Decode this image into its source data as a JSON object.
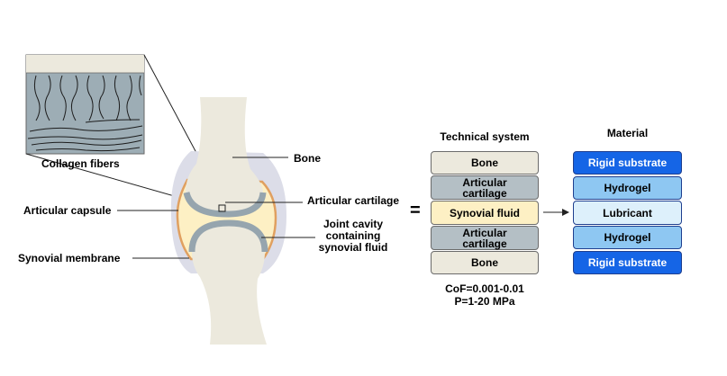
{
  "labels": {
    "collagen": "Collagen fibers",
    "bone": "Bone",
    "articular_cartilage": "Articular cartilage",
    "articular_capsule": "Articular capsule",
    "joint_cavity": "Joint cavity\ncontaining\nsynovial fluid",
    "synovial_membrane": "Synovial membrane"
  },
  "equals": "=",
  "technical": {
    "title": "Technical system",
    "layers": [
      "Bone",
      "Articular\ncartilage",
      "Synovial fluid",
      "Articular\ncartilage",
      "Bone"
    ],
    "cof": "CoF=0.001-0.01",
    "pressure": "P=1-20 MPa"
  },
  "material": {
    "title": "Material",
    "layers": [
      "Rigid substrate",
      "Hydrogel",
      "Lubricant",
      "Hydrogel",
      "Rigid substrate"
    ]
  },
  "colors": {
    "bone": "#ece9dd",
    "cartilage": "#b4bfc5",
    "synovial_fluid": "#fdf0c4",
    "capsule": "#dcdde8",
    "membrane": "#e7a86f",
    "rigid_substrate": "#1565e6",
    "hydrogel": "#8ec7f2",
    "lubricant": "#ddf0fb"
  }
}
